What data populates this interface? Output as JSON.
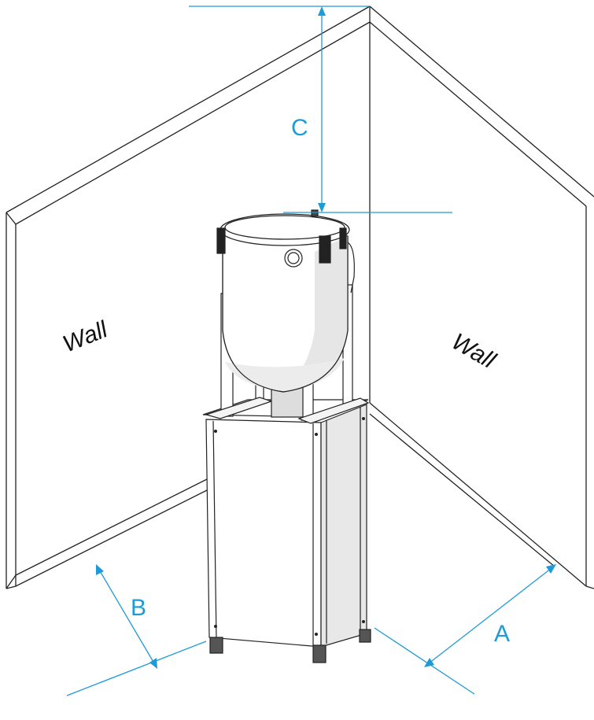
{
  "labels": {
    "wall_left": "Wall",
    "wall_right": "Wall",
    "dim_a": "A",
    "dim_b": "B",
    "dim_c": "C"
  },
  "colors": {
    "dimension": "#1e9bd7",
    "outline": "#222222",
    "shade": "#e6e6e6",
    "label": "#111111"
  }
}
